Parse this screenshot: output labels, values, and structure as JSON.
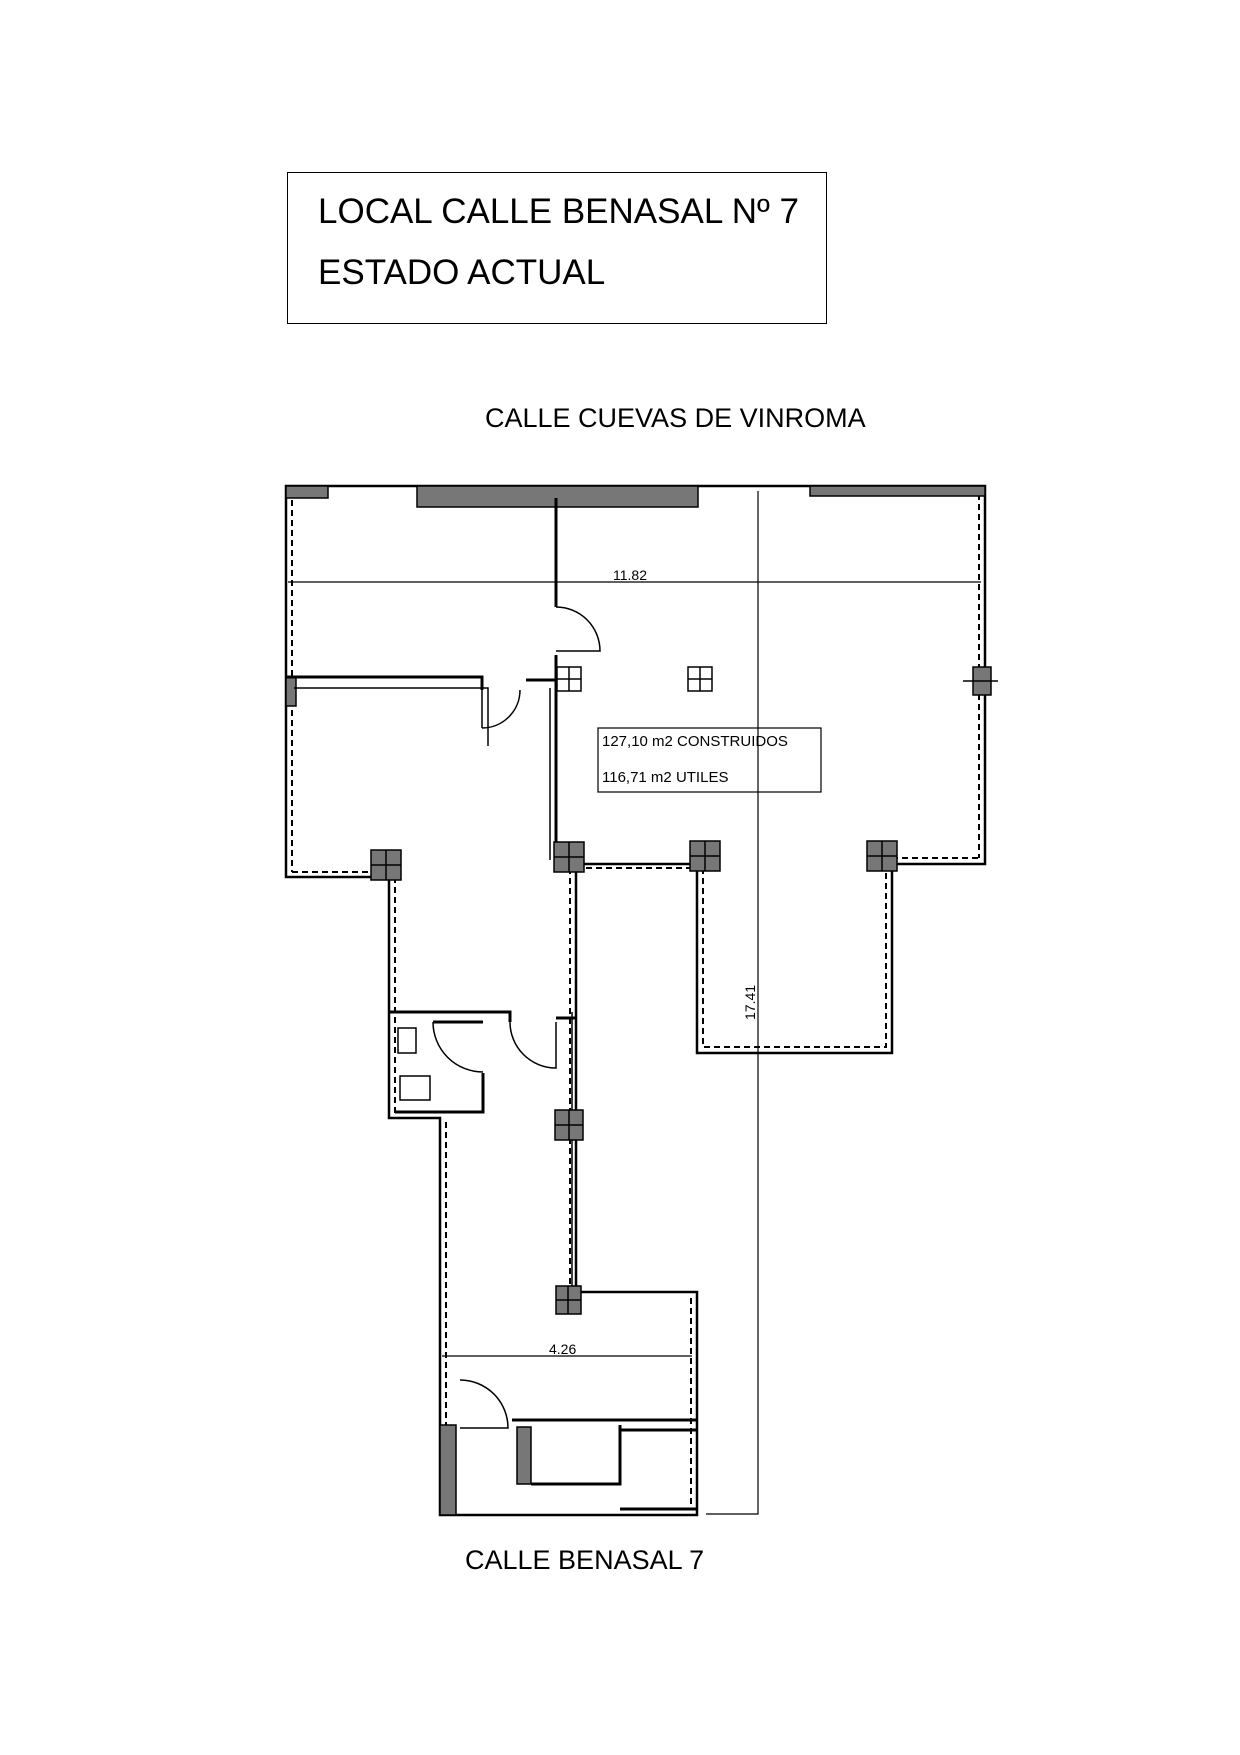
{
  "title": {
    "line1": "LOCAL CALLE BENASAL Nº 7",
    "line2": "ESTADO ACTUAL"
  },
  "streets": {
    "top": "CALLE CUEVAS DE VINROMA",
    "bottom": "CALLE BENASAL 7"
  },
  "dimensions": {
    "width_main": "11.82",
    "depth_total": "17.41",
    "width_rear": "4.26"
  },
  "areas": {
    "built": "127,10 m2 CONSTRUIDOS",
    "usable": "116,71 m2 UTILES"
  }
}
